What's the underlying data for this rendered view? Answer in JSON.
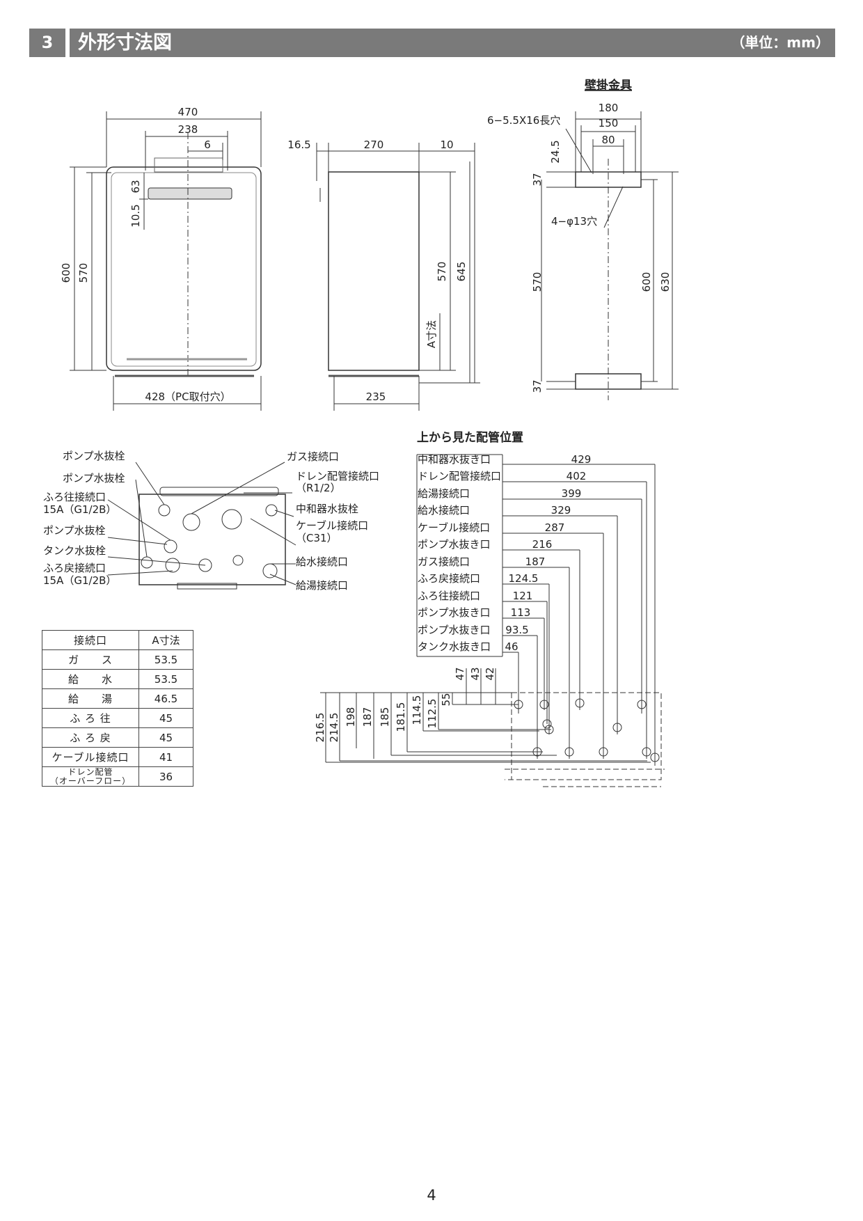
{
  "header": {
    "section_number": "3",
    "title": "外形寸法図",
    "unit": "（単位：mm）"
  },
  "front_view": {
    "dims": {
      "width_total": "470",
      "width_pipe": "238",
      "offset": "6",
      "height_total": "600",
      "height_body": "570",
      "dim_63": "63",
      "dim_105": "10.5",
      "bottom_holes": "428（PC取付穴）"
    }
  },
  "side_view": {
    "dims": {
      "left": "16.5",
      "depth": "270",
      "right": "10",
      "h570": "570",
      "h645": "645",
      "a_dim": "A寸法",
      "bottom": "235"
    }
  },
  "bracket_view": {
    "title": "壁掛金具",
    "dims": {
      "w180": "180",
      "w150": "150",
      "w80": "80",
      "slot_note": "6−5.5X16長穴",
      "hole_note": "4−φ13穴",
      "d245": "24.5",
      "d37_top": "37",
      "d570": "570",
      "d600": "600",
      "d630": "630",
      "d37_bottom": "37"
    }
  },
  "bottom_view": {
    "labels_left": [
      "ポンプ水抜栓",
      "ポンプ水抜栓",
      "ふろ往接続口",
      "15A（G1/2B）",
      "ポンプ水抜栓",
      "タンク水抜栓",
      "ふろ戻接続口",
      "15A（G1/2B）"
    ],
    "labels_right": [
      "ガス接続口",
      "ドレン配管接続口",
      "（R1/2）",
      "中和器水抜栓",
      "ケーブル接続口",
      "（C31）",
      "給水接続口",
      "給湯接続口"
    ]
  },
  "pipe_positions": {
    "title": "上から見た配管位置",
    "rows": [
      {
        "label": "中和器水抜き口",
        "value": "429"
      },
      {
        "label": "ドレン配管接続口",
        "value": "402"
      },
      {
        "label": "給湯接続口",
        "value": "399"
      },
      {
        "label": "給水接続口",
        "value": "329"
      },
      {
        "label": "ケーブル接続口",
        "value": "287"
      },
      {
        "label": "ポンプ水抜き口",
        "value": "216"
      },
      {
        "label": "ガス接続口",
        "value": "187"
      },
      {
        "label": "ふろ戻接続口",
        "value": "124.5"
      },
      {
        "label": "ふろ往接続口",
        "value": "121"
      },
      {
        "label": "ポンプ水抜き口",
        "value": "113"
      },
      {
        "label": "ポンプ水抜き口",
        "value": "93.5"
      },
      {
        "label": "タンク水抜き口",
        "value": "46"
      }
    ],
    "depth_dims": [
      "216.5",
      "214.5",
      "198",
      "187",
      "185",
      "181.5",
      "114.5",
      "112.5",
      "55",
      "47",
      "43",
      "42"
    ]
  },
  "a_table": {
    "headers": [
      "接続口",
      "A寸法"
    ],
    "rows": [
      {
        "name": "ガ　　ス",
        "value": "53.5"
      },
      {
        "name": "給　　水",
        "value": "53.5"
      },
      {
        "name": "給　　湯",
        "value": "46.5"
      },
      {
        "name": "ふ ろ 往",
        "value": "45"
      },
      {
        "name": "ふ ろ 戻",
        "value": "45"
      },
      {
        "name": "ケーブル接続口",
        "value": "41"
      },
      {
        "name": "ドレン配管",
        "value": "36"
      }
    ],
    "last_row_sub": "（オーバーフロー）"
  },
  "page_number": "4"
}
